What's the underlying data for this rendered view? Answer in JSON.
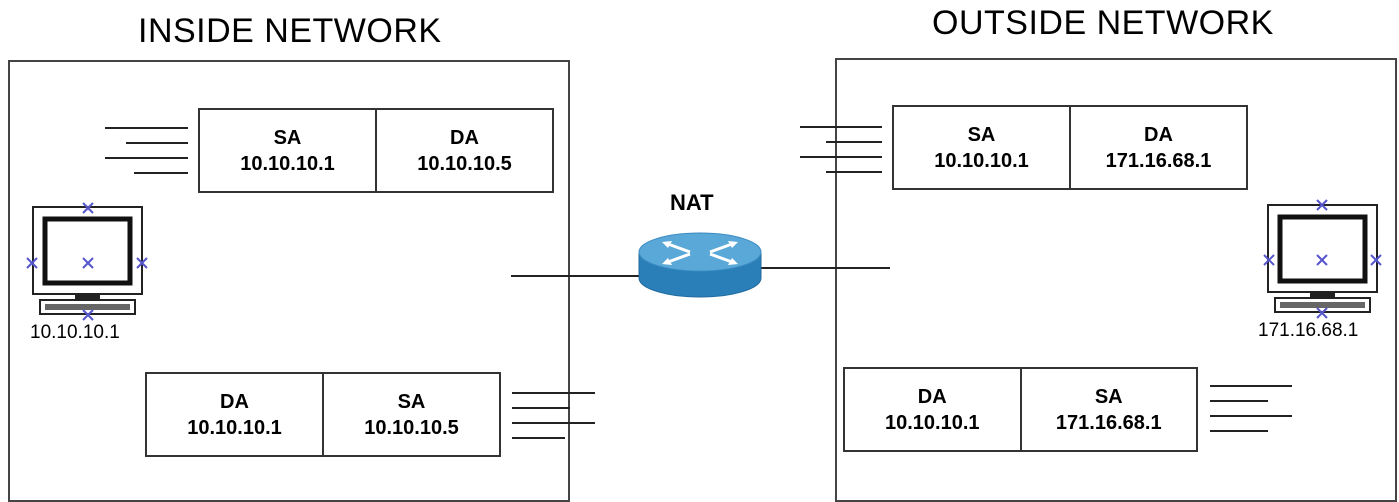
{
  "inside": {
    "title": "INSIDE NETWORK",
    "host_label": "10.10.10.1",
    "outgoing_packet": {
      "first": {
        "field": "SA",
        "address": "10.10.10.1"
      },
      "second": {
        "field": "DA",
        "address": "10.10.10.5"
      }
    },
    "return_packet": {
      "first": {
        "field": "DA",
        "address": "10.10.10.1"
      },
      "second": {
        "field": "SA",
        "address": "10.10.10.5"
      }
    }
  },
  "outside": {
    "title": "OUTSIDE NETWORK",
    "host_label": "171.16.68.1",
    "outgoing_packet": {
      "first": {
        "field": "SA",
        "address": "10.10.10.1"
      },
      "second": {
        "field": "DA",
        "address": "171.16.68.1"
      }
    },
    "return_packet": {
      "first": {
        "field": "DA",
        "address": "10.10.10.1"
      },
      "second": {
        "field": "SA",
        "address": "171.16.68.1"
      }
    }
  },
  "nat": {
    "label": "NAT",
    "icon": "router-icon"
  },
  "colors": {
    "router_top": "#5aa8d8",
    "router_side": "#2a7fb8",
    "marker": "#5555cc",
    "line": "#222222"
  }
}
